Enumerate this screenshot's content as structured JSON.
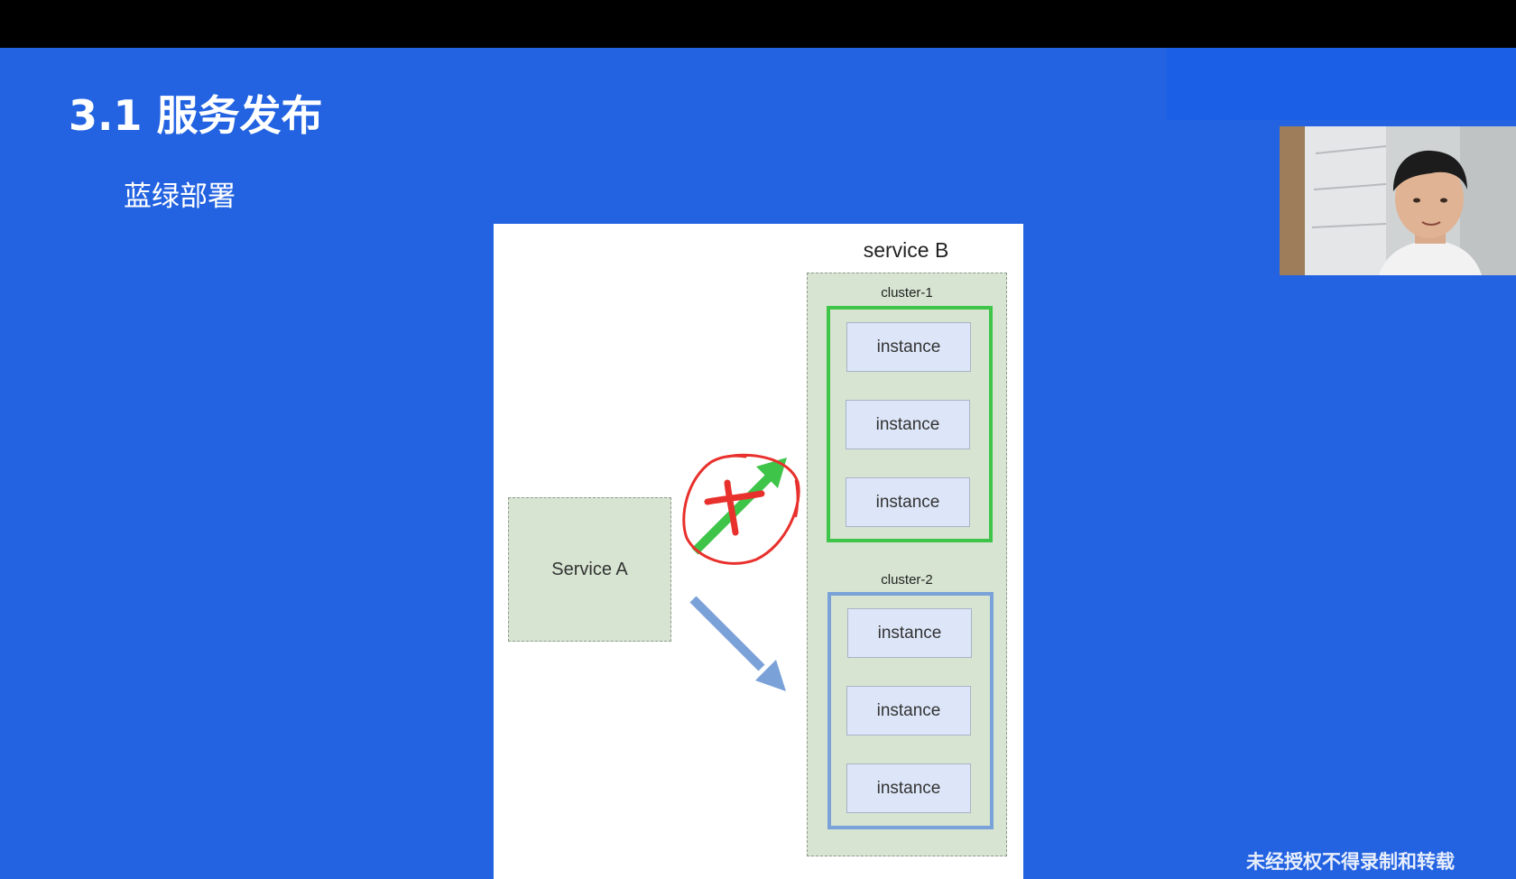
{
  "slide": {
    "title": "3.1 服务发布",
    "subtitle": "蓝绿部署",
    "watermark": "未经授权不得录制和转载"
  },
  "diagram": {
    "service_a": "Service A",
    "service_b": "service B",
    "clusters": [
      {
        "label": "cluster-1",
        "instances": [
          "instance",
          "instance",
          "instance"
        ],
        "color": "#3fc44a"
      },
      {
        "label": "cluster-2",
        "instances": [
          "instance",
          "instance",
          "instance"
        ],
        "color": "#7aa2d8"
      }
    ]
  },
  "colors": {
    "slide_background": "#2363e1",
    "annotation_red": "#e8302c",
    "arrow_green": "#3fc44a",
    "arrow_blue": "#7aa2d8"
  },
  "icons": {
    "blocked_route_mark": "red-x-annotation-icon",
    "presenter": "presenter-webcam"
  }
}
